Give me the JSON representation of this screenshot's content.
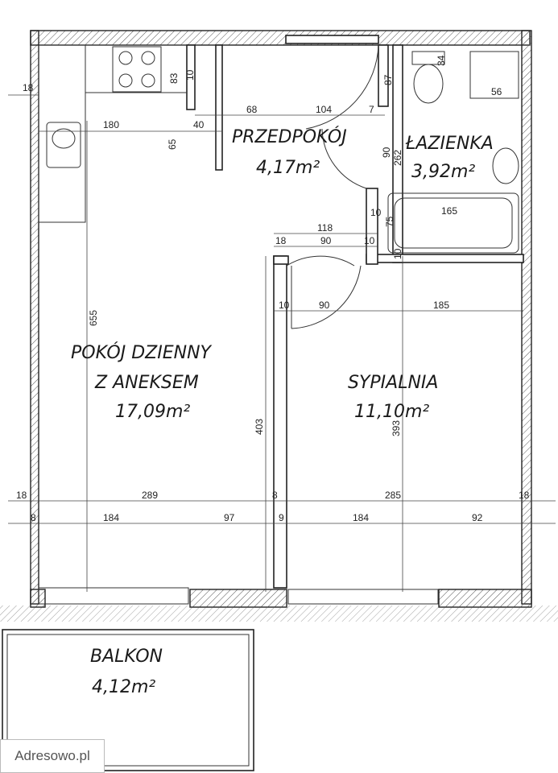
{
  "rooms": {
    "hall": {
      "name": "PRZEDPOKÓJ",
      "area": "4,17m²"
    },
    "bathroom": {
      "name": "ŁAZIENKA",
      "area": "3,92m²"
    },
    "living": {
      "name_line1": "POKÓJ DZIENNY",
      "name_line2": "Z ANEKSEM",
      "area": "17,09m²"
    },
    "bedroom": {
      "name": "SYPIALNIA",
      "area": "11,10m²"
    },
    "balcony": {
      "name": "BALKON",
      "area": "4,12m²"
    }
  },
  "dimensions": {
    "d18_top_left": "18",
    "d83": "83",
    "d10_top": "10",
    "d68": "68",
    "d104": "104",
    "d7": "7",
    "d87": "87",
    "d34": "34",
    "d56": "56",
    "d180": "180",
    "d40": "40",
    "d65": "65",
    "d90_vert": "90",
    "d262": "262",
    "d165": "165",
    "d10_bath": "10",
    "d75": "75",
    "d10_bath2": "10",
    "d118": "118",
    "d18_mid": "18",
    "d90_mid": "90",
    "d10_mid": "10",
    "d10_bed": "10",
    "d90_bed": "90",
    "d185": "185",
    "d655": "655",
    "d403": "403",
    "d393": "393",
    "d18_left": "18",
    "d289": "289",
    "d8_mid": "8",
    "d285": "285",
    "d18_right": "18",
    "d8_left": "8",
    "d184_left": "184",
    "d97": "97",
    "d9": "9",
    "d184_right": "184",
    "d92": "92"
  },
  "watermark": "Adresowo.pl"
}
